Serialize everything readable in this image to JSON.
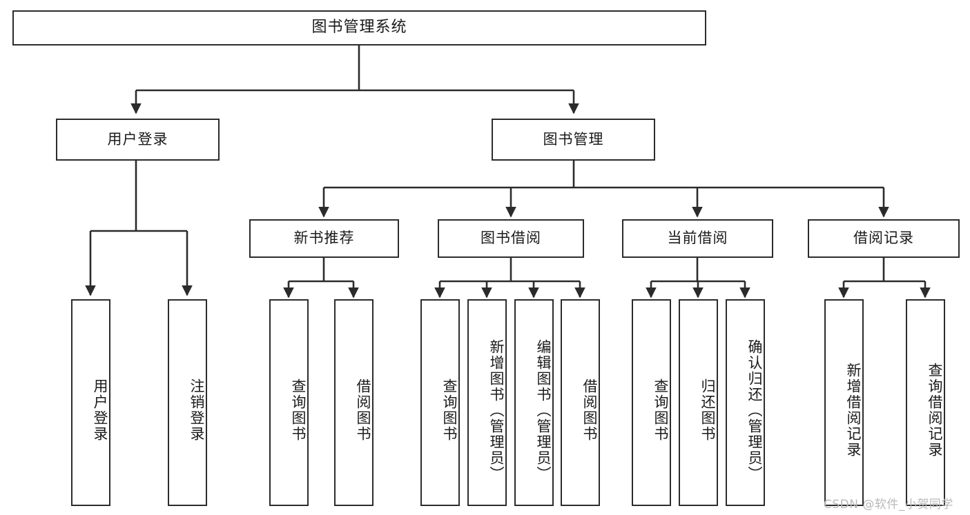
{
  "diagram": {
    "title": "图书管理系统",
    "type": "tree",
    "stroke_color": "#2b2b2b",
    "fill_color": "#ffffff",
    "text_color": "#1a1a1a",
    "watermark": "CSDN @软件_小贺同学",
    "watermark_color": "#b9b9b9"
  },
  "nodes": {
    "root": {
      "label": "图书管理系统"
    },
    "level2": [
      {
        "id": "user-login",
        "label": "用户登录"
      },
      {
        "id": "book-manage",
        "label": "图书管理"
      }
    ],
    "level3": [
      {
        "id": "new-book-rec",
        "label": "新书推荐"
      },
      {
        "id": "book-borrow",
        "label": "图书借阅"
      },
      {
        "id": "current-borrow",
        "label": "当前借阅"
      },
      {
        "id": "borrow-record",
        "label": "借阅记录"
      }
    ],
    "leaves": {
      "user-login": [
        {
          "id": "leaf-user-login",
          "label": "用户登录"
        },
        {
          "id": "leaf-logout",
          "label": "注销登录"
        }
      ],
      "new-book-rec": [
        {
          "id": "leaf-query-book-1",
          "label": "查询图书"
        },
        {
          "id": "leaf-borrow-book-1",
          "label": "借阅图书"
        }
      ],
      "book-borrow": [
        {
          "id": "leaf-query-book-2",
          "label": "查询图书"
        },
        {
          "id": "leaf-add-book",
          "label": "新增图书（管理员）"
        },
        {
          "id": "leaf-edit-book",
          "label": "编辑图书（管理员）"
        },
        {
          "id": "leaf-borrow-book-2",
          "label": "借阅图书"
        }
      ],
      "current-borrow": [
        {
          "id": "leaf-query-book-3",
          "label": "查询图书"
        },
        {
          "id": "leaf-return-book",
          "label": "归还图书"
        },
        {
          "id": "leaf-confirm-return",
          "label": "确认归还（管理员）"
        }
      ],
      "borrow-record": [
        {
          "id": "leaf-add-record",
          "label": "新增借阅记录"
        },
        {
          "id": "leaf-query-record",
          "label": "查询借阅记录"
        }
      ]
    }
  }
}
